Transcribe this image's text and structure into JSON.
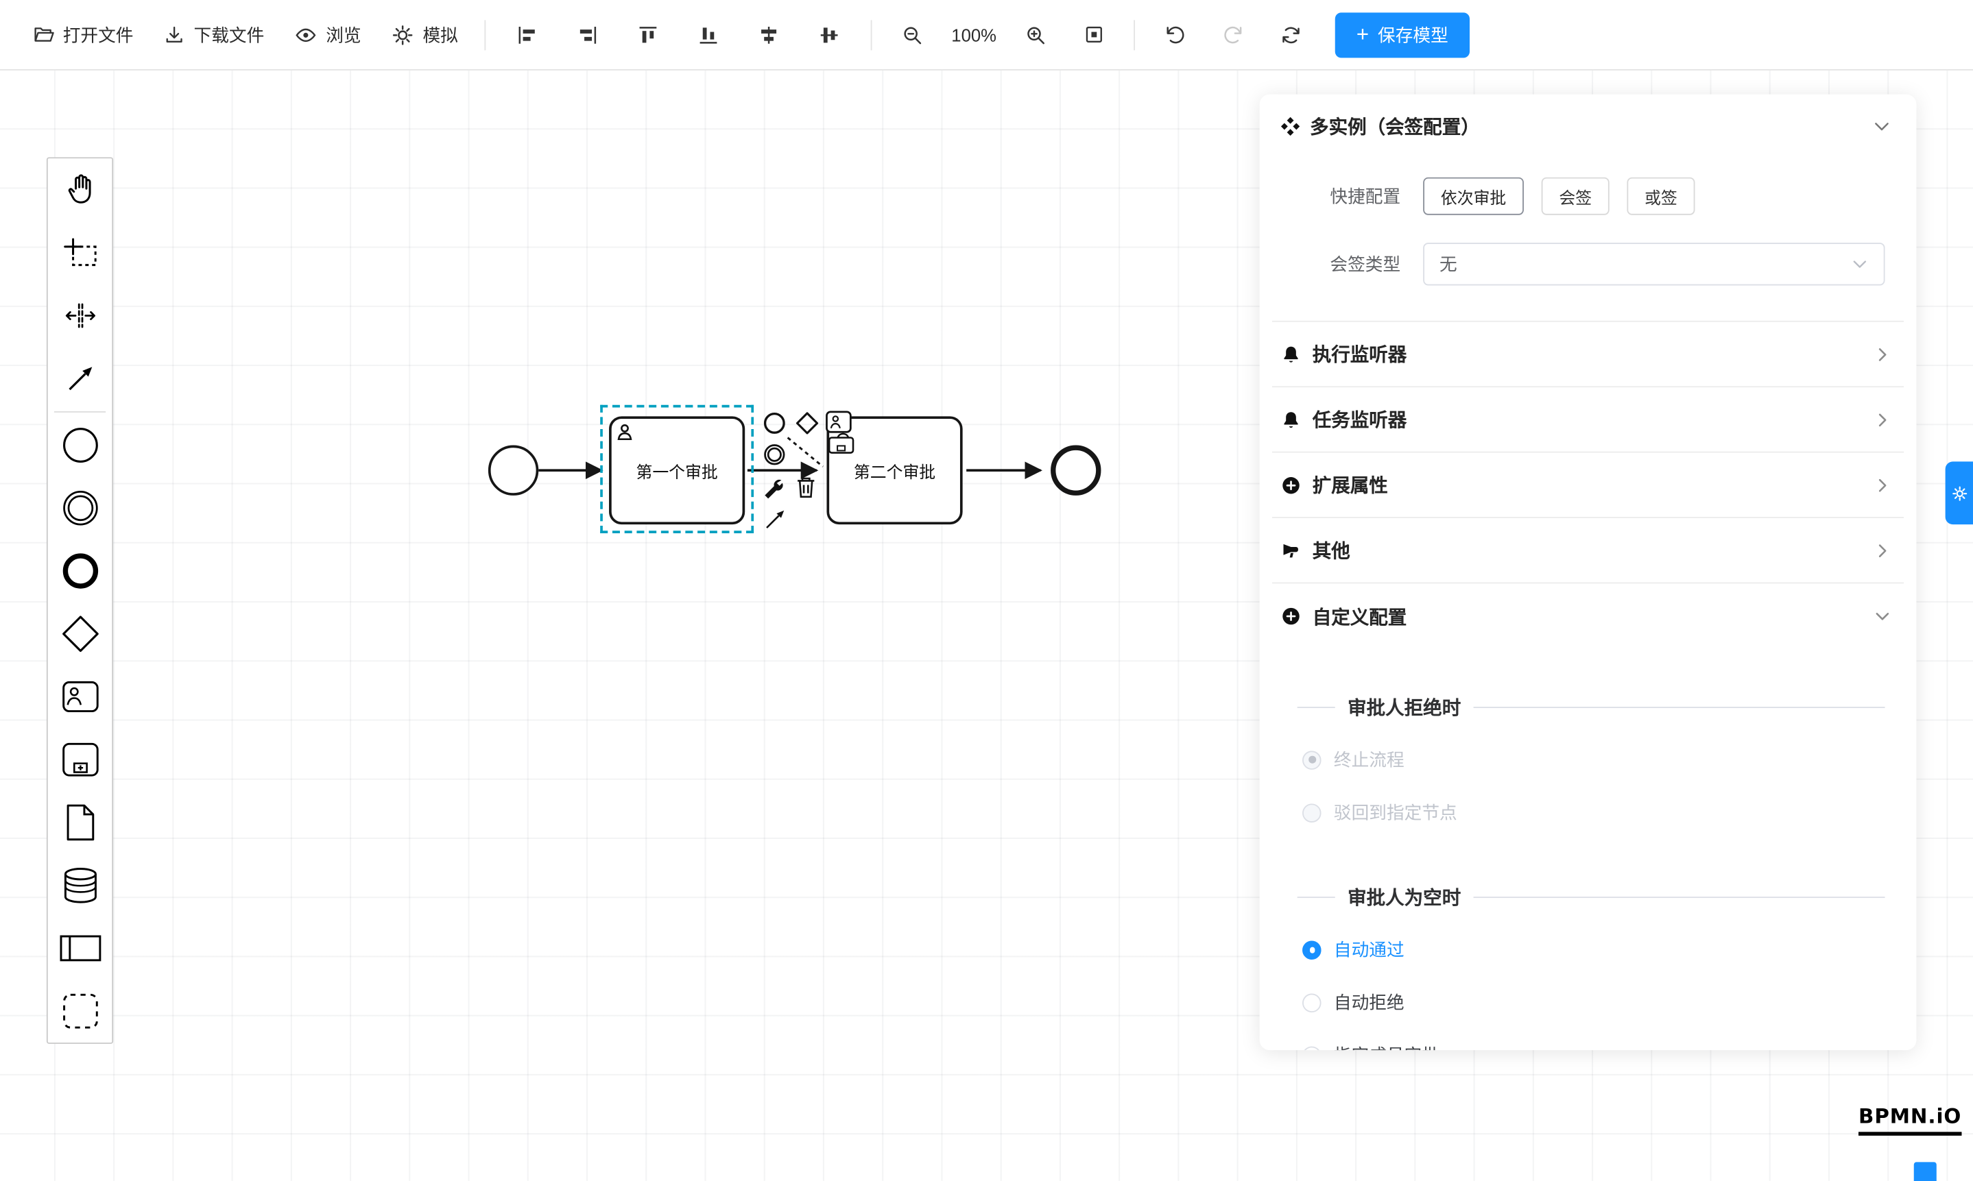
{
  "colors": {
    "accent_blue": "#1890ff",
    "selection_outline": "#00a0c0",
    "disabled_text": "#c0c4cc",
    "label_gray": "#606266",
    "title_dark": "#303133",
    "shape_stroke": "#161616"
  },
  "icons": {
    "toolbar": [
      "folder-open",
      "download",
      "eye",
      "gear",
      "align-left",
      "align-right",
      "align-top",
      "align-bottom",
      "align-center-horizontal",
      "align-center-vertical",
      "zoom-out",
      "zoom-in",
      "fit-viewport",
      "undo",
      "redo",
      "refresh",
      "plus"
    ],
    "palette": [
      "hand-tool",
      "lasso-tool",
      "space-tool",
      "connection-tool",
      "start-event",
      "intermediate-event",
      "end-event",
      "gateway",
      "user-task",
      "subprocess",
      "data-object",
      "data-store",
      "participant-pool",
      "group"
    ],
    "panel": [
      "multi-instance",
      "bell",
      "circle-plus",
      "megaphone",
      "chevron-right",
      "chevron-down",
      "gear"
    ]
  },
  "toolbar": {
    "open_file_label": "打开文件",
    "download_file_label": "下载文件",
    "preview_label": "浏览",
    "simulate_label": "模拟",
    "zoom_level": "100%",
    "save_plus": "+",
    "save_model_label": "保存模型"
  },
  "canvas": {
    "task1_label": "第一个审批",
    "task2_label": "第二个审批"
  },
  "panel": {
    "title": "多实例（会签配置）",
    "quick_config_label": "快捷配置",
    "quick_options": [
      "依次审批",
      "会签",
      "或签"
    ],
    "sign_type_label": "会签类型",
    "sign_type_value": "无",
    "accordions": [
      {
        "label": "执行监听器"
      },
      {
        "label": "任务监听器"
      },
      {
        "label": "扩展属性"
      },
      {
        "label": "其他"
      },
      {
        "label": "自定义配置"
      }
    ],
    "reject_title": "审批人拒绝时",
    "reject_options": [
      {
        "label": "终止流程",
        "checked": true,
        "disabled": true
      },
      {
        "label": "驳回到指定节点",
        "checked": false,
        "disabled": true
      }
    ],
    "empty_title": "审批人为空时",
    "empty_options": [
      {
        "label": "自动通过",
        "checked": true
      },
      {
        "label": "自动拒绝",
        "checked": false
      },
      {
        "label": "指定成员审批",
        "checked": false
      }
    ]
  },
  "logo_text": "BPMN.iO"
}
